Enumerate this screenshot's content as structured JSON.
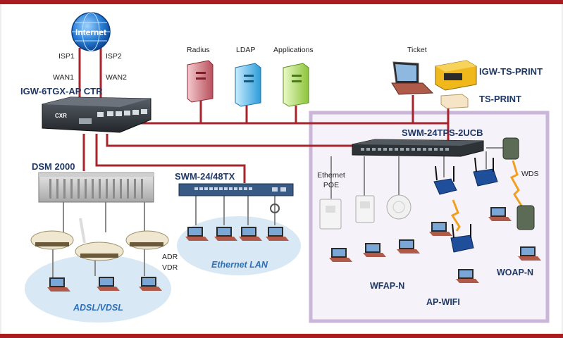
{
  "colors": {
    "border": "#a81c22",
    "link": "#a8242c",
    "accent_text": "#1f3864",
    "lan_text": "#2f6fb5",
    "wifi_zone": "#c9b6d8",
    "lan_bubble": "#d8e9f5"
  },
  "nodes": {
    "internet": "Internet",
    "isp1": "ISP1",
    "isp2": "ISP2",
    "wan1": "WAN1",
    "wan2": "WAN2",
    "gateway": "IGW-6TGX-AP CTR",
    "radius": "Radius",
    "ldap": "LDAP",
    "applications": "Applications",
    "ticket": "Ticket",
    "ts_print_box": "IGW-TS-PRINT",
    "ts_print": "TS-PRINT",
    "dsm": "DSM 2000",
    "swm_lan": "SWM-24/48TX",
    "swm_core": "SWM-24TPS-2UCB",
    "ethernet_poe_1": "Ethernet",
    "ethernet_poe_2": "POE",
    "wds": "WDS",
    "adr": "ADR",
    "vdr": "VDR",
    "ethernet_lan": "Ethernet LAN",
    "adsl_vdsl": "ADSL/VDSL",
    "wfap": "WFAP-N",
    "woap": "WOAP-N",
    "ap_wifi": "AP-WIFI"
  }
}
